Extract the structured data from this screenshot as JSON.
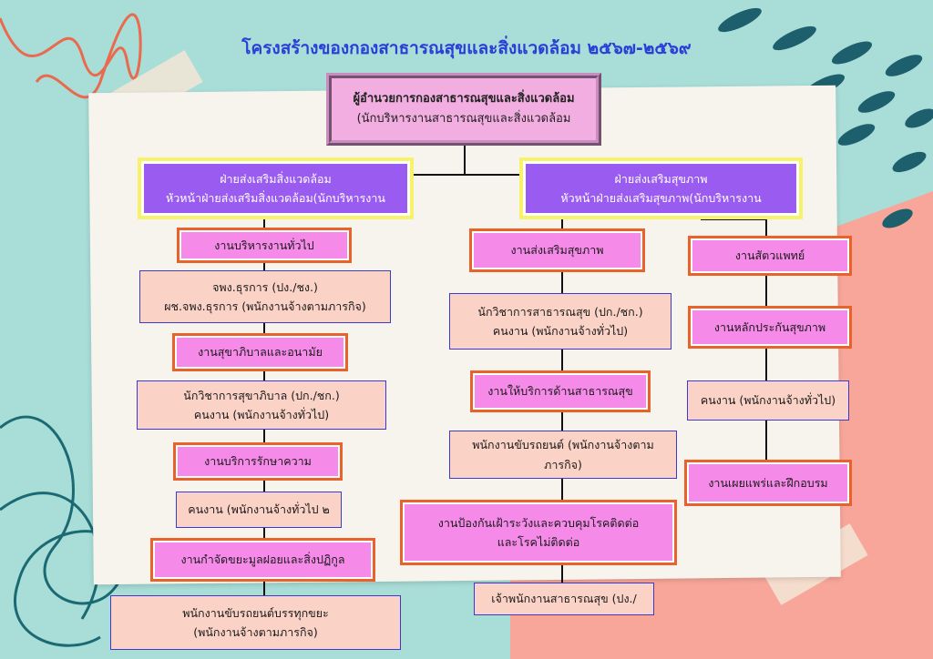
{
  "title": "โครงสร้างของกองสาธารณสุขและสิ่งแวดล้อม ๒๕๖๗-๒๕๖๙",
  "top": {
    "line1": "ผู้อำนวยการกองสาธารณสุขและสิ่งแวดล้อม",
    "line2": "(นักบริหารงานสาธารณสุขและสิ่งแวดล้อม"
  },
  "departments": {
    "environment": {
      "line1": "ฝ่ายส่งเสริมสิ่งแวดล้อม",
      "line2": "หัวหน้าฝ่ายส่งเสริมสิ่งแวดล้อม(นักบริหารงาน"
    },
    "health": {
      "line1": "ฝ่ายส่งเสริมสุขภาพ",
      "line2": "หัวหน้าฝ่ายส่งเสริมสุขภาพ(นักบริหารงาน"
    }
  },
  "left_column": {
    "unit1": "งานบริหารงานทั่วไป",
    "staff1": {
      "line1": "จพง.ธุรการ (ปง./ชง.)",
      "line2": "ผช.จพง.ธุรการ (พนักงานจ้างตามภารกิจ)"
    },
    "unit2": "งานสุขาภิบาลและอนามัย",
    "staff2": {
      "line1": "นักวิชาการสุขาภิบาล (ปก./ชก.)",
      "line2": "คนงาน (พนักงานจ้างทั่วไป)"
    },
    "unit3": "งานบริการรักษาความ",
    "staff3": {
      "line1": "คนงาน (พนักงานจ้างทั่วไป ๒"
    },
    "unit4": "งานกำจัดขยะมูลฝอยและสิ่งปฏิกูล",
    "staff4": {
      "line1": "พนักงานขับรถยนต์บรรทุกขยะ",
      "line2": "(พนักงานจ้างตามภารกิจ)"
    }
  },
  "middle_column": {
    "unit1": "งานส่งเสริมสุขภาพ",
    "staff1": {
      "line1": "นักวิชาการสาธารณสุข (ปก./ชก.)",
      "line2": "คนงาน (พนักงานจ้างทั่วไป)"
    },
    "unit2": "งานให้บริการด้านสาธารณสุข",
    "staff2": {
      "line1": "พนักงานขับรถยนต์ (พนักงานจ้างตาม",
      "line2": "ภารกิจ)"
    },
    "unit3": {
      "line1": "งานป้องกันเฝ้าระวังและควบคุมโรคติดต่อ",
      "line2": "และโรคไม่ติดต่อ"
    },
    "staff3": {
      "line1": "เจ้าพนักงานสาธารณสุข (ปง./"
    }
  },
  "right_column": {
    "unit1": "งานสัตวแพทย์",
    "unit2": "งานหลักประกันสุขภาพ",
    "staff1": {
      "line1": "คนงาน (พนักงานจ้างทั่วไป)"
    },
    "unit3": "งานเผยแพร่และฝึกอบรม"
  }
}
